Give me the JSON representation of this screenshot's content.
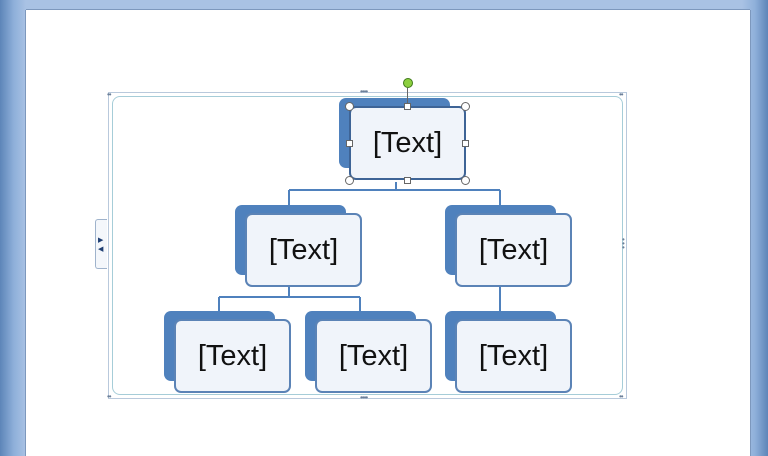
{
  "smartart": {
    "placeholder_text": "[Text]",
    "nodes": [
      {
        "id": "root",
        "label": "[Text]",
        "selected": true
      },
      {
        "id": "child-left",
        "label": "[Text]"
      },
      {
        "id": "child-right",
        "label": "[Text]"
      },
      {
        "id": "grandchild-1",
        "label": "[Text]"
      },
      {
        "id": "grandchild-2",
        "label": "[Text]"
      },
      {
        "id": "grandchild-3",
        "label": "[Text]"
      }
    ]
  },
  "colors": {
    "shape_fill": "#4f81bd",
    "shape_front": "#f0f4fa",
    "connector": "#4f81bd",
    "rotation_handle": "#8ccf3f"
  },
  "icons": {
    "text_pane_toggle": "expand-arrows-icon",
    "rotate_handle": "rotate-handle-icon"
  }
}
